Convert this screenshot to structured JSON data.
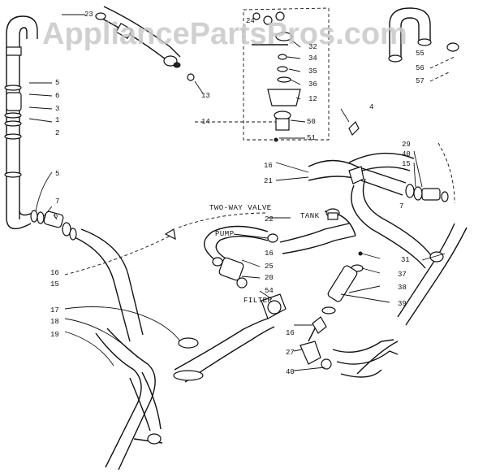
{
  "watermark": "AppliancePartsPros.com",
  "captions": {
    "two_way_valve": "TWO-WAY VALVE",
    "tank": "TANK",
    "pump": "PUMP",
    "filter": "FILTER"
  },
  "labels": {
    "l23": "23",
    "l24": "24",
    "l32": "32",
    "l34": "34",
    "l35": "35",
    "l36": "36",
    "l12": "12",
    "l13": "13",
    "l14": "14",
    "l50": "50",
    "l51": "51",
    "l55": "55",
    "l56": "56",
    "l57": "57",
    "l4": "4",
    "l29": "29",
    "l40a": "40",
    "l15a": "15",
    "l16a": "16",
    "l21": "21",
    "l7b": "7",
    "l5a": "5",
    "l6a": "6",
    "l3": "3",
    "l1": "1",
    "l2": "2",
    "l5b": "5",
    "l7a": "7",
    "l6b": "6",
    "l15b": "15",
    "l16b": "16",
    "l17": "17",
    "l18": "18",
    "l19": "19",
    "l22": "22",
    "l16c": "16",
    "l25": "25",
    "l20": "20",
    "l54": "54",
    "l31": "31",
    "l37": "37",
    "l38": "38",
    "l39": "39",
    "l16d": "16",
    "l27": "27",
    "l40b": "40"
  }
}
